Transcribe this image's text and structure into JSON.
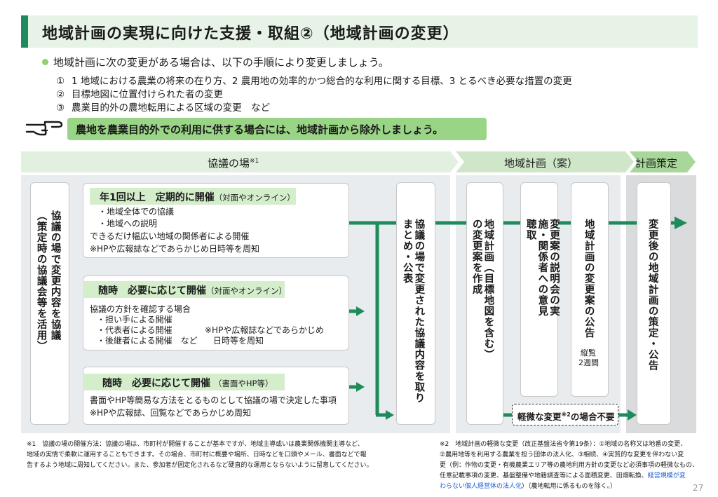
{
  "title": "地域計画の実現に向けた支援・取組②（地域計画の変更）",
  "intro": {
    "lead": "地域計画に次の変更がある場合は、以下の手順により変更しましょう。",
    "items": [
      {
        "num": "①",
        "text": "1 地域における農業の将来の在り方、2 農用地の効率的かつ総合的な利用に関する目標、3 とるべき必要な措置の変更"
      },
      {
        "num": "②",
        "text": "目標地図に位置付けられた者の変更"
      },
      {
        "num": "③",
        "text": "農業目的外の農地転用による区域の変更　など"
      }
    ],
    "callout": "農地を農業目的外での利用に供する場合には、地域計画から除外しましょう。"
  },
  "headers": {
    "council": "協議の場",
    "council_sup": "※1",
    "plan": "地域計画（案）",
    "final": "計画策定"
  },
  "flow": {
    "left_box_main": "協議の場で変更内容を協議",
    "left_box_sub": "（策定時の協議会等を活用）",
    "case1": {
      "tag": "年1回以上　定期的に開催",
      "tag_note": "（対面やオンライン）",
      "lines": [
        "・地域全体での協議",
        "・地域への説明",
        "できるだけ幅広い地域の関係者による開催",
        "※HPや広報誌などであらかじめ日時等を周知"
      ]
    },
    "case2": {
      "tag": "随時　必要に応じて開催",
      "tag_note": "（対面やオンライン）",
      "lines": [
        "協議の方針を確認する場合",
        "・担い手による開催",
        "・代表者による開催",
        "・後継者による開催　など"
      ],
      "note_lines": [
        "※HPや広報誌などであらかじめ",
        "日時等を周知"
      ]
    },
    "case3": {
      "tag": "随時　必要に応じて開催",
      "tag_note": "（書面やHP等）",
      "lines": [
        "書面やHP等簡易な方法をとるものとして協議の場で決定した事項",
        "※HPや広報誌、回覧などであらかじめ周知"
      ]
    },
    "compile_box": "協議の場で変更された協議内容を取りまとめ・公表",
    "plan_box1": "地域計画（目標地図を含む）の変更案を作成",
    "plan_box2": "変更案の説明会の実施・関係者への意見聴取",
    "plan_box3": "地域計画の変更案の公告",
    "plan_box3_note1": "縦覧",
    "plan_box3_note2": "2週間",
    "minor_change_a": "軽微な変更",
    "minor_change_sup": "※2",
    "minor_change_b": "の場合不要",
    "final_box": "変更後の地域計画の策定・公告"
  },
  "footnotes": {
    "left": [
      "※1　協議の場の開催方法：協議の場は、市町村が開催することが基本ですが、地域主導或いは農業関係機関主導など、",
      "地域の実情で柔軟に運用することもできます。その場合、市町村に概要や場所、日時などを口頭やメール、書面などで報",
      "告するよう地域に周知してください。また、参加者が固定化されるなど硬直的な運用とならないように留意してください。"
    ],
    "right_1": "※2　地域計画の軽微な変更（改正基盤法省令第19条）：①地域の名称又は地番の変更、",
    "right_2": "②農用地等を利用する農業を担う団体の法人化、③相続、④実質的な変更を伴わない変",
    "right_3": "更（例：作物の変更・有機農業エリア等の農地利用方針の変更など必須事項の軽微なもの、",
    "right_4a": "任意記載事項の変更、基盤整備や地籍調査等による面積変更、田畑転換、",
    "right_4b": "経営規模が変",
    "right_5a": "わらない個人経営体の法人化",
    "right_5b": "）（農地転用に係るものを除く。）"
  },
  "page_number": "27",
  "colors": {
    "accent_green": "#1f8a5e",
    "arrow_green": "#1e8b5b",
    "callout_green": "#9ad486",
    "light_green": "#d4edcb",
    "highlight_blue": "#1a5fd6"
  }
}
